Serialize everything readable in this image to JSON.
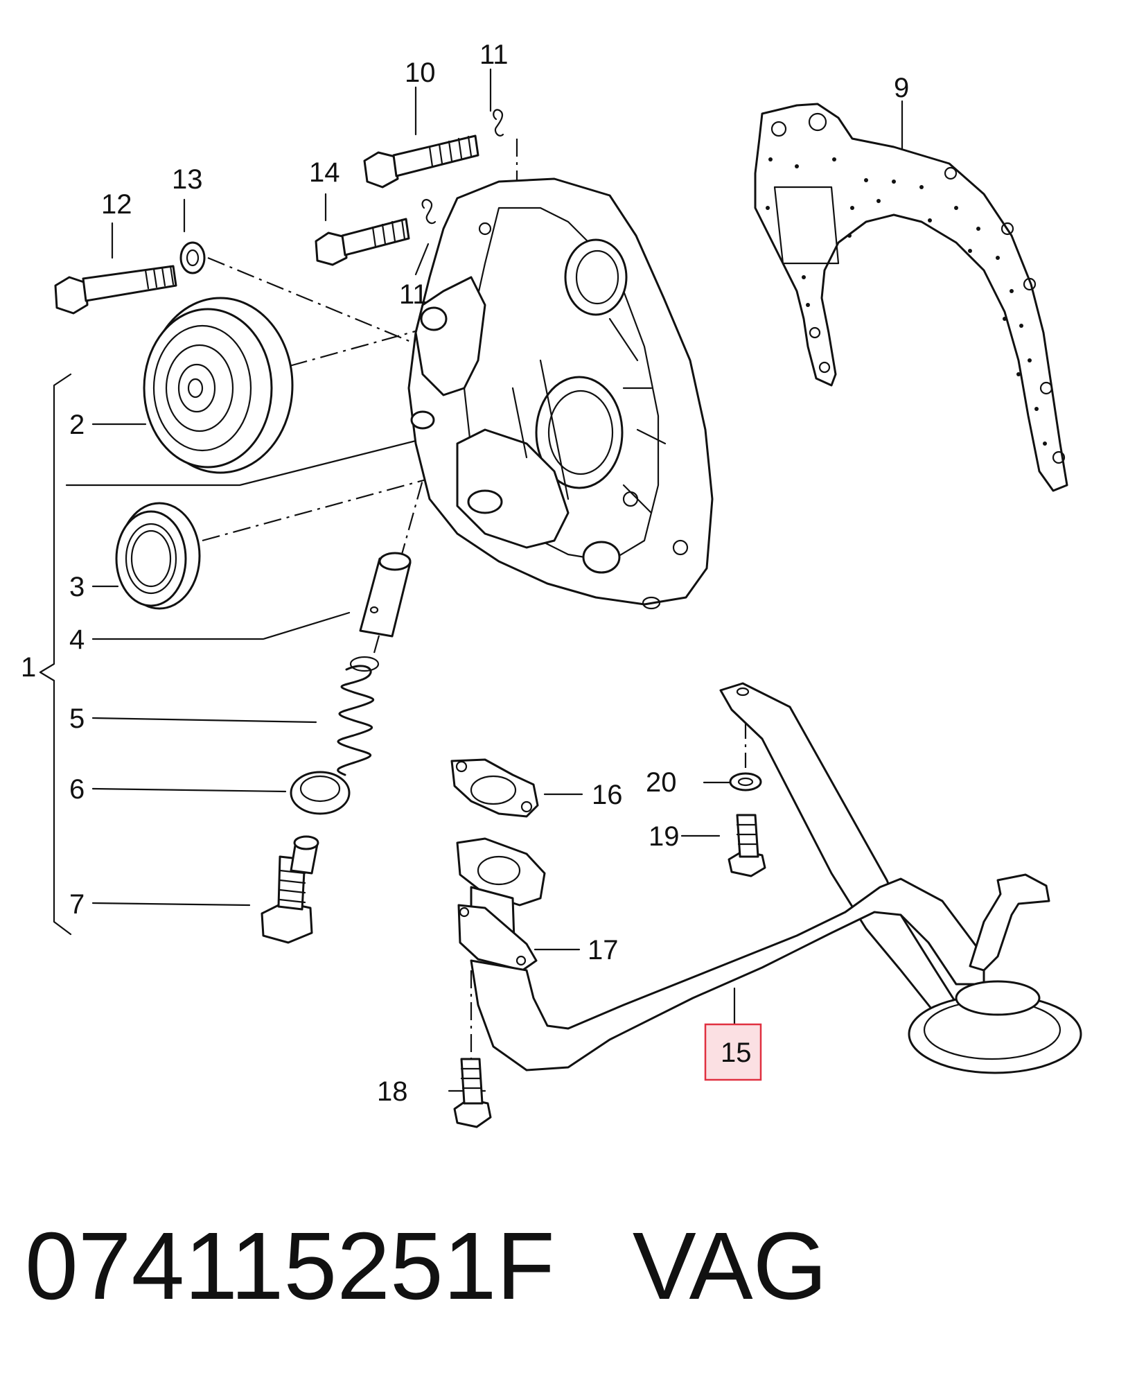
{
  "diagram": {
    "part_labels": [
      "1",
      "2",
      "3",
      "4",
      "5",
      "6",
      "7",
      "9",
      "10",
      "11",
      "11",
      "12",
      "13",
      "14",
      "15",
      "16",
      "17",
      "18",
      "19",
      "20"
    ],
    "highlighted_label": "15",
    "highlight_color": "#e03040",
    "highlight_fill": "#fbe0e3"
  },
  "caption": {
    "part_number": "074115251F",
    "brand": "VAG"
  }
}
